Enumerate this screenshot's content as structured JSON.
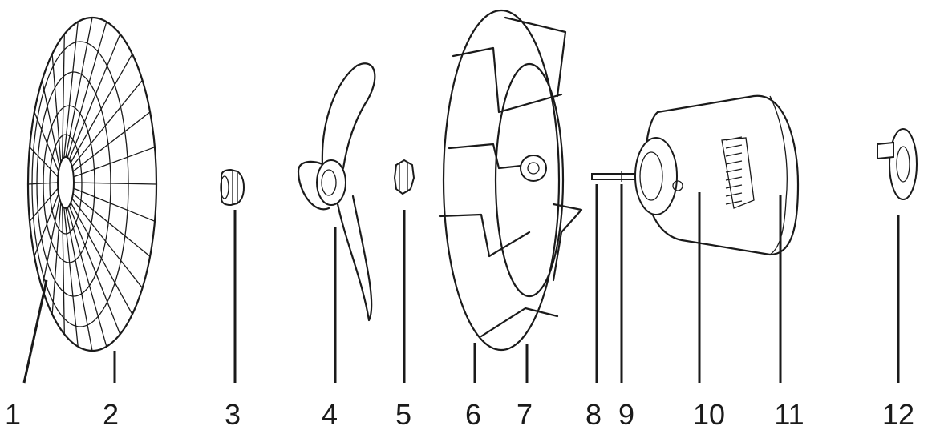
{
  "parts": [
    {
      "id": "p1",
      "number": "1"
    },
    {
      "id": "p2",
      "number": "2"
    },
    {
      "id": "p3",
      "number": "3"
    },
    {
      "id": "p4",
      "number": "4"
    },
    {
      "id": "p5",
      "number": "5"
    },
    {
      "id": "p6",
      "number": "6"
    },
    {
      "id": "p7",
      "number": "7"
    },
    {
      "id": "p8",
      "number": "8"
    },
    {
      "id": "p9",
      "number": "9"
    },
    {
      "id": "p10",
      "number": "10"
    },
    {
      "id": "p11",
      "number": "11"
    },
    {
      "id": "p12",
      "number": "12"
    }
  ]
}
